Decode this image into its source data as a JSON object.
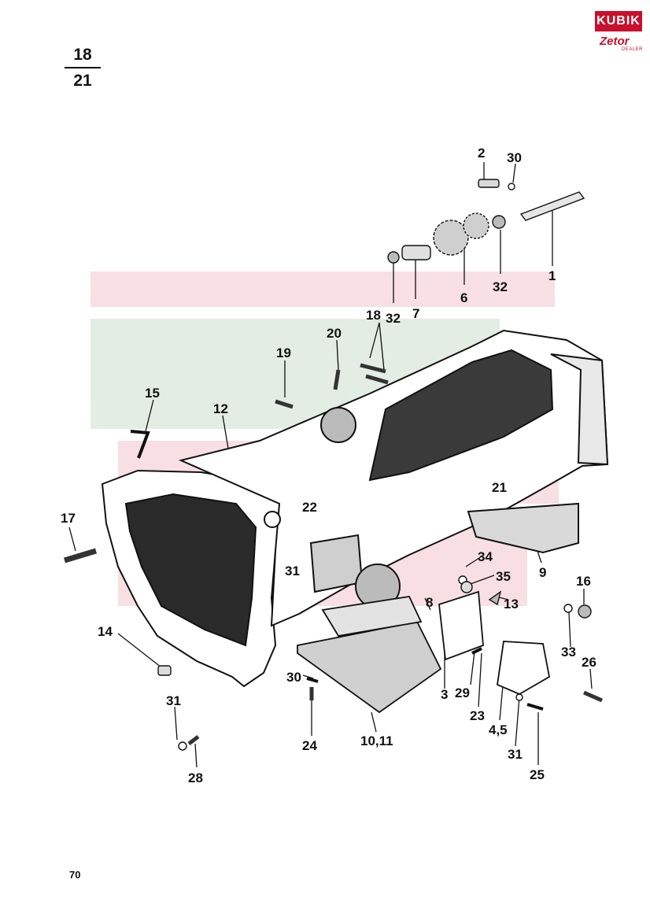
{
  "header": {
    "fraction_top": "18",
    "fraction_bottom": "21"
  },
  "logo": {
    "brand": "KUBIK",
    "sub": "Zetor",
    "tag": "DEALER",
    "brand_color": "#c8102e"
  },
  "diagram": {
    "callouts": [
      {
        "id": "c2",
        "text": "2"
      },
      {
        "id": "c30a",
        "text": "30"
      },
      {
        "id": "c1",
        "text": "1"
      },
      {
        "id": "c32a",
        "text": "32"
      },
      {
        "id": "c7",
        "text": "7"
      },
      {
        "id": "c6",
        "text": "6"
      },
      {
        "id": "c32b",
        "text": "32"
      },
      {
        "id": "c18",
        "text": "18"
      },
      {
        "id": "c20",
        "text": "20"
      },
      {
        "id": "c19",
        "text": "19"
      },
      {
        "id": "c15",
        "text": "15"
      },
      {
        "id": "c12",
        "text": "12"
      },
      {
        "id": "c21",
        "text": "21"
      },
      {
        "id": "c17",
        "text": "17"
      },
      {
        "id": "c22",
        "text": "22"
      },
      {
        "id": "c31a",
        "text": "31"
      },
      {
        "id": "c9",
        "text": "9"
      },
      {
        "id": "c34",
        "text": "34"
      },
      {
        "id": "c35",
        "text": "35"
      },
      {
        "id": "c13",
        "text": "13"
      },
      {
        "id": "c16",
        "text": "16"
      },
      {
        "id": "c8",
        "text": "8"
      },
      {
        "id": "c14",
        "text": "14"
      },
      {
        "id": "c33",
        "text": "33"
      },
      {
        "id": "c26",
        "text": "26"
      },
      {
        "id": "c30b",
        "text": "30"
      },
      {
        "id": "c3",
        "text": "3"
      },
      {
        "id": "c29",
        "text": "29"
      },
      {
        "id": "c23",
        "text": "23"
      },
      {
        "id": "c45",
        "text": "4,5"
      },
      {
        "id": "c31b",
        "text": "31"
      },
      {
        "id": "c24",
        "text": "24"
      },
      {
        "id": "c1011",
        "text": "10,11"
      },
      {
        "id": "c31c",
        "text": "31"
      },
      {
        "id": "c25",
        "text": "25"
      },
      {
        "id": "c28",
        "text": "28"
      }
    ]
  },
  "footer": {
    "page_number": "70"
  }
}
